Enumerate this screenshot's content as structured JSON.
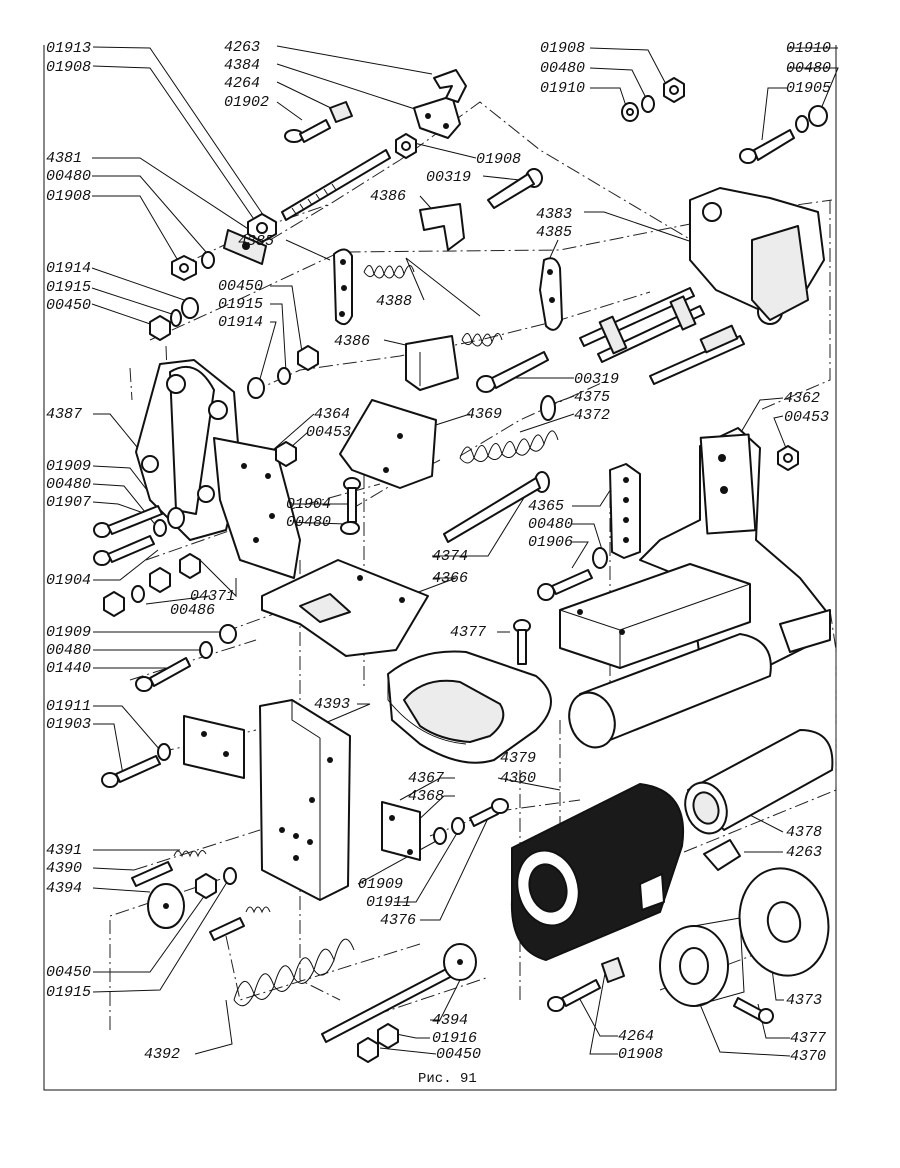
{
  "figure": {
    "caption": "Рис. 91",
    "colors": {
      "ink": "#111111",
      "paper": "#ffffff"
    },
    "labels": {
      "l01913": "01913",
      "l01908a": "01908",
      "l4263a": "4263",
      "l4384": "4384",
      "l4264a": "4264",
      "l01902": "01902",
      "l01908b": "01908",
      "l00480a": "00480",
      "l01910a": "01910",
      "l01910b": "01910",
      "l00480b": "00480",
      "l01905": "01905",
      "l01908c": "01908",
      "l00319a": "00319",
      "l4381": "4381",
      "l00480c": "00480",
      "l01908d": "01908",
      "l4386a": "4386",
      "l4383": "4383",
      "l4385a": "4385",
      "l4385b": "4385",
      "l01914a": "01914",
      "l01915a": "01915",
      "l00450a": "00450",
      "l00450b": "00450",
      "l01915b": "01915",
      "l01914b": "01914",
      "l4388": "4388",
      "l4386b": "4386",
      "l00319b": "00319",
      "l4375": "4375",
      "l4372": "4372",
      "l4362": "4362",
      "l00453a": "00453",
      "l4387": "4387",
      "l4364": "4364",
      "l00453b": "00453",
      "l4369": "4369",
      "l01909a": "01909",
      "l00480d": "00480",
      "l01907": "01907",
      "l01904a": "01904",
      "l00480e": "00480",
      "l4365": "4365",
      "l00480f": "00480",
      "l01906": "01906",
      "l01904b": "01904",
      "l04371": "04371",
      "l00486": "00486",
      "l4374": "4374",
      "l4366": "4366",
      "l01909b": "01909",
      "l00480g": "00480",
      "l01440": "01440",
      "l4377a": "4377",
      "l01911a": "01911",
      "l01903": "01903",
      "l4393": "4393",
      "l4379": "4379",
      "l4360": "4360",
      "l4367": "4367",
      "l4368": "4368",
      "l4391": "4391",
      "l4390": "4390",
      "l4394a": "4394",
      "l01909c": "01909",
      "l01911b": "01911",
      "l4376": "4376",
      "l4378": "4378",
      "l4263b": "4263",
      "l00450c": "00450",
      "l01915c": "01915",
      "l4373": "4373",
      "l4394b": "4394",
      "l01916": "01916",
      "l00450d": "00450",
      "l4264b": "4264",
      "l01908e": "01908",
      "l4377b": "4377",
      "l4370": "4370",
      "l4392": "4392"
    }
  }
}
